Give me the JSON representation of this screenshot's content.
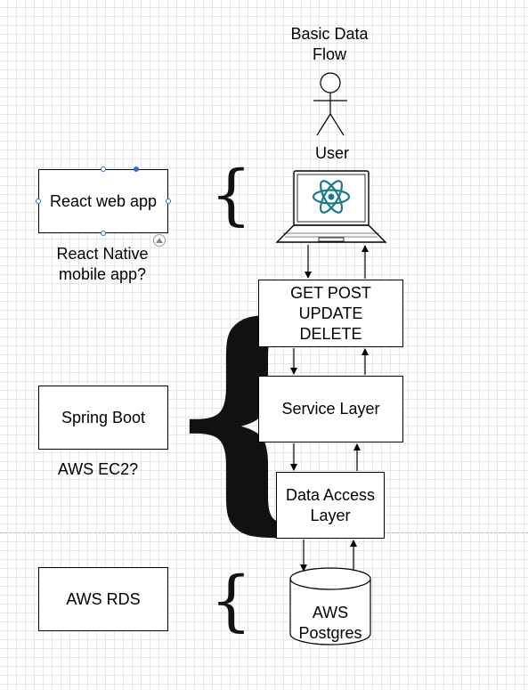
{
  "diagram": {
    "title": "Basic Data\nFlow",
    "user_label": "User",
    "client": {
      "box_label": "React web app",
      "note": "React Native\nmobile app?"
    },
    "server": {
      "box_label": "Spring Boot",
      "note": "AWS EC2?"
    },
    "database": {
      "box_label": "AWS RDS"
    },
    "flow": {
      "http_methods": "GET POST\nUPDATE\nDELETE",
      "service_layer": "Service Layer",
      "data_access_layer": "Data Access\nLayer",
      "db_label": "AWS\nPostgres"
    },
    "brace_char": "{",
    "icons": [
      "stick-figure-icon",
      "laptop-icon",
      "react-logo-icon",
      "database-cylinder-icon",
      "collapse-icon"
    ],
    "colors": {
      "selection_handle": "#2a6fd6",
      "react_logo": "#1b7a8c",
      "grid": "#e6e6e6"
    }
  }
}
